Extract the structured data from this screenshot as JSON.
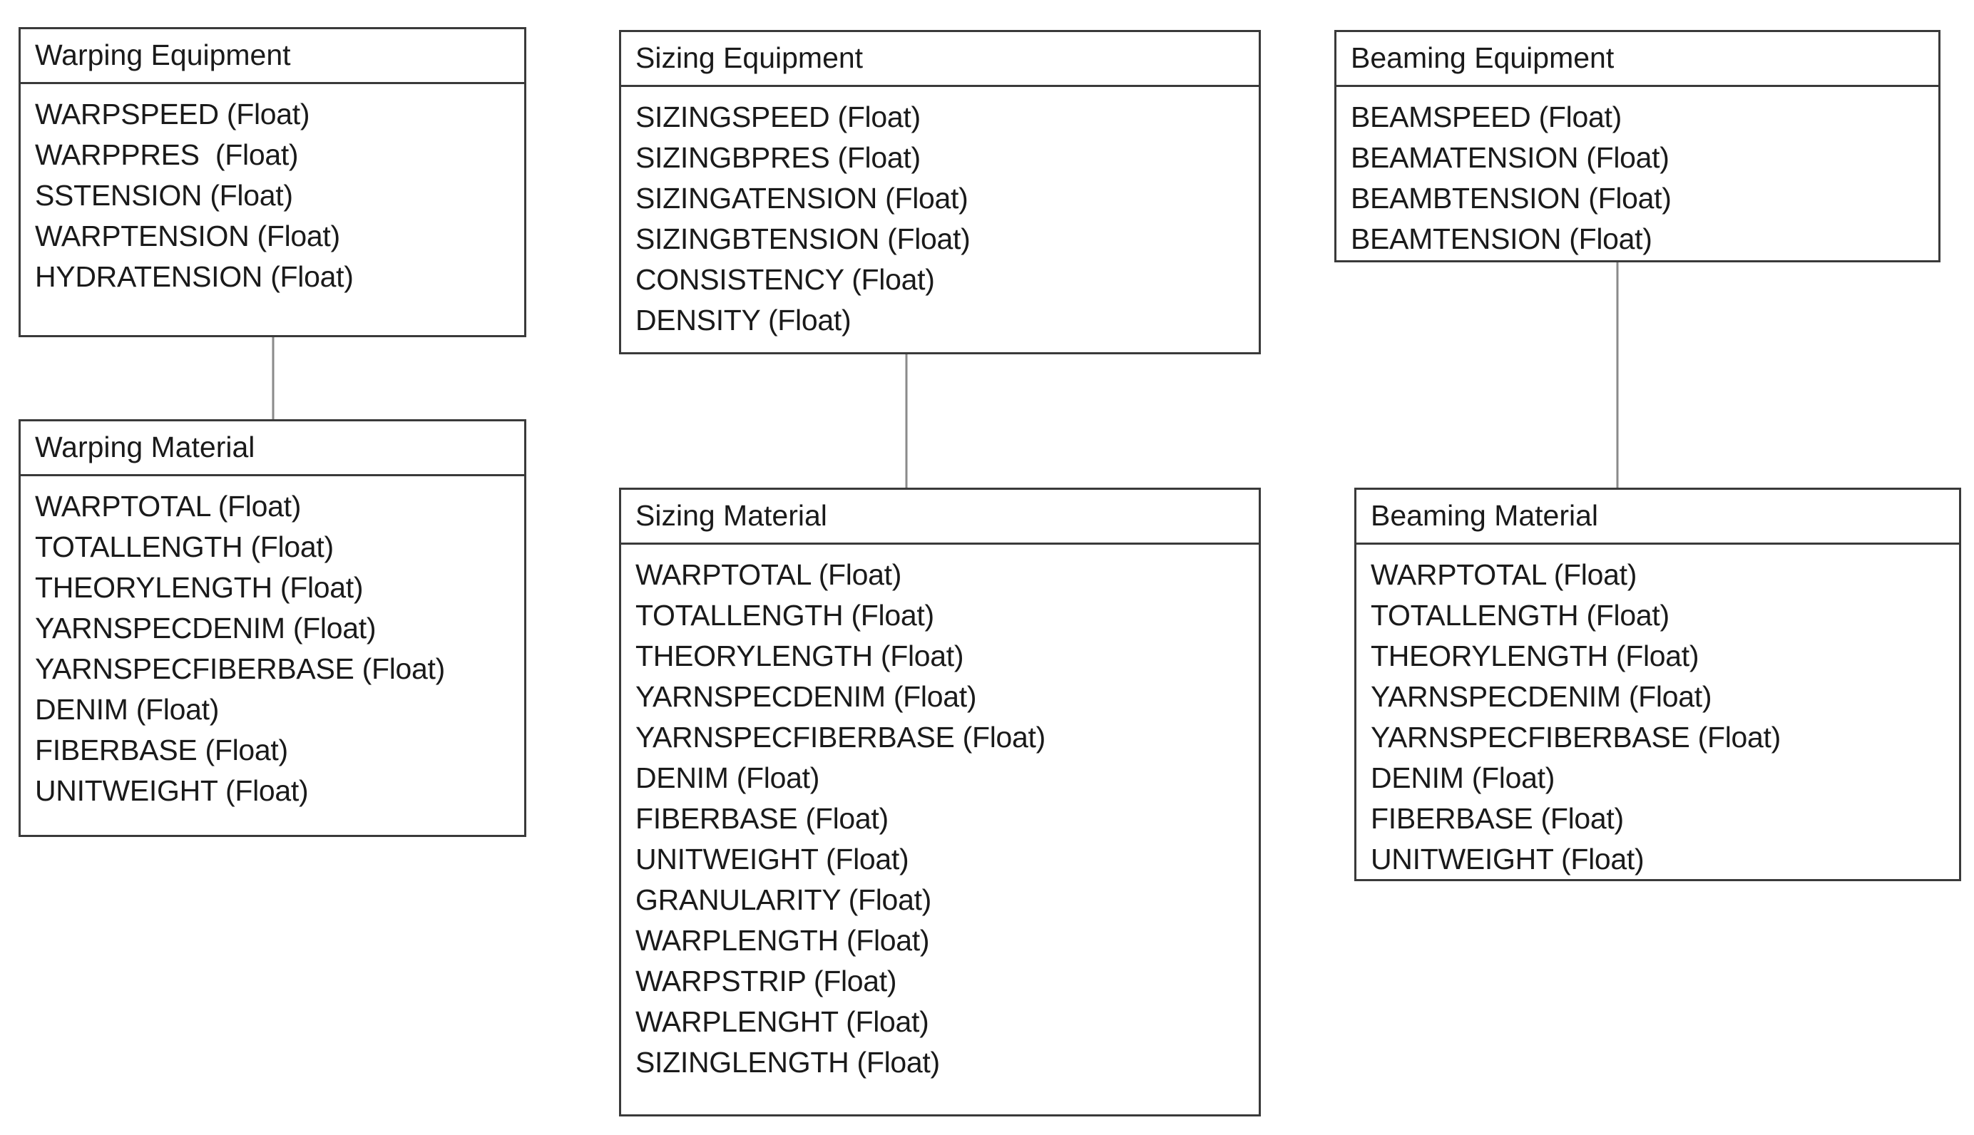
{
  "entities": {
    "warping_equipment": {
      "title": "Warping Equipment",
      "attributes": [
        "WARPSPEED (Float)",
        "WARPPRES  (Float)",
        "SSTENSION (Float)",
        "WARPTENSION (Float)",
        "HYDRATENSION (Float)"
      ]
    },
    "warping_material": {
      "title": "Warping Material",
      "attributes": [
        "WARPTOTAL (Float)",
        "TOTALLENGTH (Float)",
        "THEORYLENGTH (Float)",
        "YARNSPECDENIM (Float)",
        "YARNSPECFIBERBASE (Float)",
        "DENIM (Float)",
        "FIBERBASE (Float)",
        "UNITWEIGHT (Float)"
      ]
    },
    "sizing_equipment": {
      "title": "Sizing Equipment",
      "attributes": [
        "SIZINGSPEED (Float)",
        "SIZINGBPRES (Float)",
        "SIZINGATENSION (Float)",
        "SIZINGBTENSION (Float)",
        "CONSISTENCY (Float)",
        "DENSITY (Float)"
      ]
    },
    "sizing_material": {
      "title": "Sizing Material",
      "attributes": [
        "WARPTOTAL (Float)",
        "TOTALLENGTH (Float)",
        "THEORYLENGTH (Float)",
        "YARNSPECDENIM (Float)",
        "YARNSPECFIBERBASE (Float)",
        "DENIM (Float)",
        "FIBERBASE (Float)",
        "UNITWEIGHT (Float)",
        "GRANULARITY (Float)",
        "WARPLENGTH (Float)",
        "WARPSTRIP (Float)",
        "WARPLENGHT (Float)",
        "SIZINGLENGTH (Float)"
      ]
    },
    "beaming_equipment": {
      "title": "Beaming Equipment",
      "attributes": [
        "BEAMSPEED (Float)",
        "BEAMATENSION (Float)",
        "BEAMBTENSION (Float)",
        "BEAMTENSION (Float)"
      ]
    },
    "beaming_material": {
      "title": "Beaming Material",
      "attributes": [
        "WARPTOTAL (Float)",
        "TOTALLENGTH (Float)",
        "THEORYLENGTH (Float)",
        "YARNSPECDENIM (Float)",
        "YARNSPECFIBERBASE (Float)",
        "DENIM (Float)",
        "FIBERBASE (Float)",
        "UNITWEIGHT (Float)"
      ]
    }
  },
  "relations": [
    {
      "from": "warping_equipment",
      "to": "warping_material"
    },
    {
      "from": "sizing_equipment",
      "to": "sizing_material"
    },
    {
      "from": "beaming_equipment",
      "to": "beaming_material"
    }
  ],
  "colors": {
    "border": "#3a3a3a",
    "connector": "#8a8a8a",
    "text": "#1a1a1a"
  }
}
